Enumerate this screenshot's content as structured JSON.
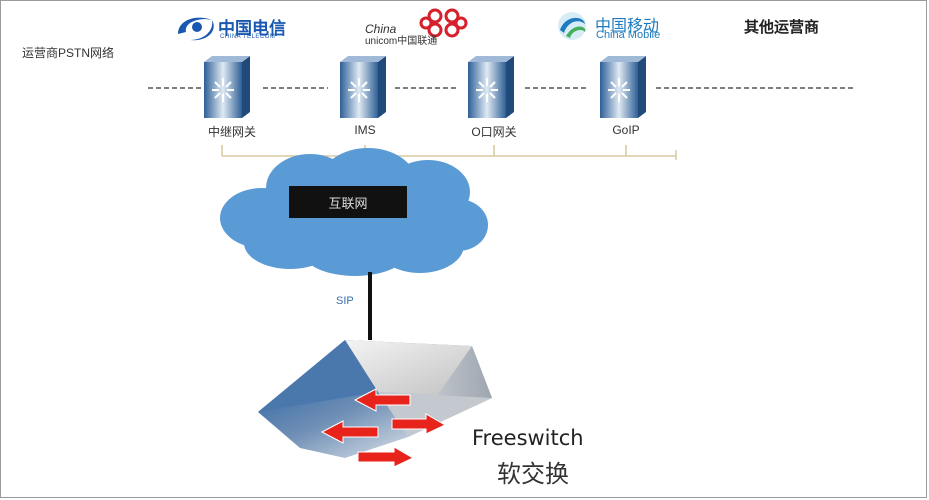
{
  "title_left": "运营商PSTN网络",
  "other_operators": "其他运营商",
  "logos": {
    "china_telecom": {
      "name": "中国电信",
      "english": "CHINA TELECOM",
      "color": "#1a58b0",
      "icon": "china-telecom-logo"
    },
    "china_unicom": {
      "line1": "China",
      "line2": "unicom中国联通",
      "color": "#d6202b",
      "icon": "china-unicom-knot-logo"
    },
    "china_mobile": {
      "name": "中国移动",
      "english": "China Mobile",
      "color": "#1e7bbf",
      "icon": "china-mobile-logo"
    }
  },
  "devices": [
    {
      "label": "中继网关",
      "icon": "gateway-device-icon"
    },
    {
      "label": "IMS",
      "icon": "gateway-device-icon"
    },
    {
      "label": "O口网关",
      "icon": "gateway-device-icon"
    },
    {
      "label": "GoIP",
      "icon": "gateway-device-icon"
    }
  ],
  "cloud": {
    "label": "互联网",
    "color": "#5b9bd5"
  },
  "link_label": "SIP",
  "softswitch": {
    "name": "Freeswitch",
    "subtitle": "软交换",
    "arrow_color": "#e8231c"
  }
}
